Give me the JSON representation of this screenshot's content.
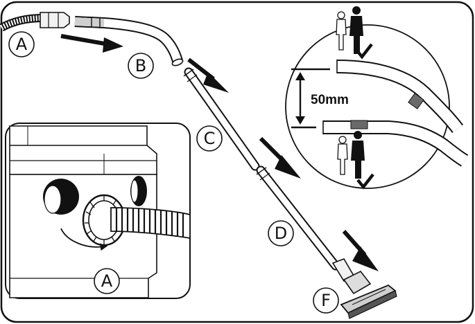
{
  "labels": {
    "a_hose": "A",
    "b_bent_tube": "B",
    "c_tube_upper": "C",
    "d_tube_lower": "D",
    "f_floor_tool": "F",
    "a_inlet": "A"
  },
  "height_detail": {
    "measurement": "50mm"
  },
  "icons": {
    "check": "check-icon",
    "person": "person-silhouette-icon",
    "arrow": "arrow-icon"
  },
  "colors": {
    "line": "#111111",
    "background": "#ffffff",
    "light_gray": "#e8e8e8",
    "collar": "#6a6a6a"
  }
}
